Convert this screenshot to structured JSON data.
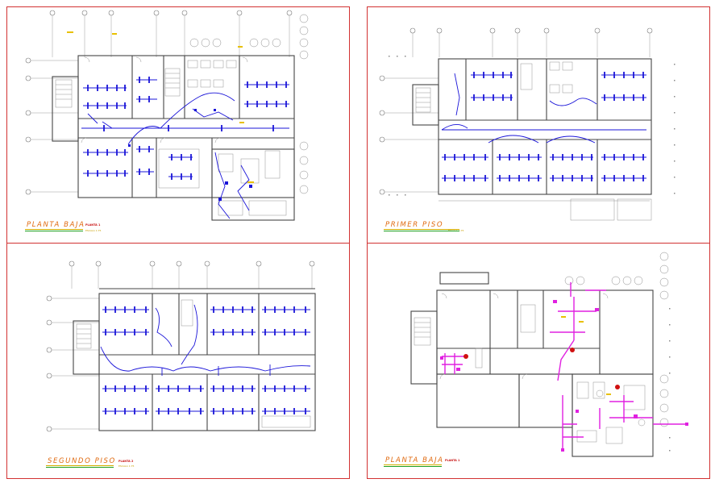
{
  "sheets": {
    "top_left": {
      "title": "PLANTA  BAJA",
      "sub": "PLANTA 1",
      "scale": "ESCALA   1:75"
    },
    "top_right": {
      "title": "PRIMER  PISO",
      "sub": "",
      "scale": "ESCALA   1:75"
    },
    "bottom_left": {
      "title": "SEGUNDO  PISO",
      "sub": "PLANTA 2",
      "scale": "ESCALA   1:75"
    },
    "bottom_right": {
      "title": "PLANTA  BAJA",
      "sub": "PLANTA 1",
      "scale": ""
    }
  },
  "colors": {
    "frame": "#d23232",
    "walls": "#505050",
    "electrical": "#1a14d8",
    "sanitary": "#e020e0",
    "title": "#e06a10",
    "title_underline_top": "#d0b000",
    "title_underline_bottom": "#20a020"
  }
}
